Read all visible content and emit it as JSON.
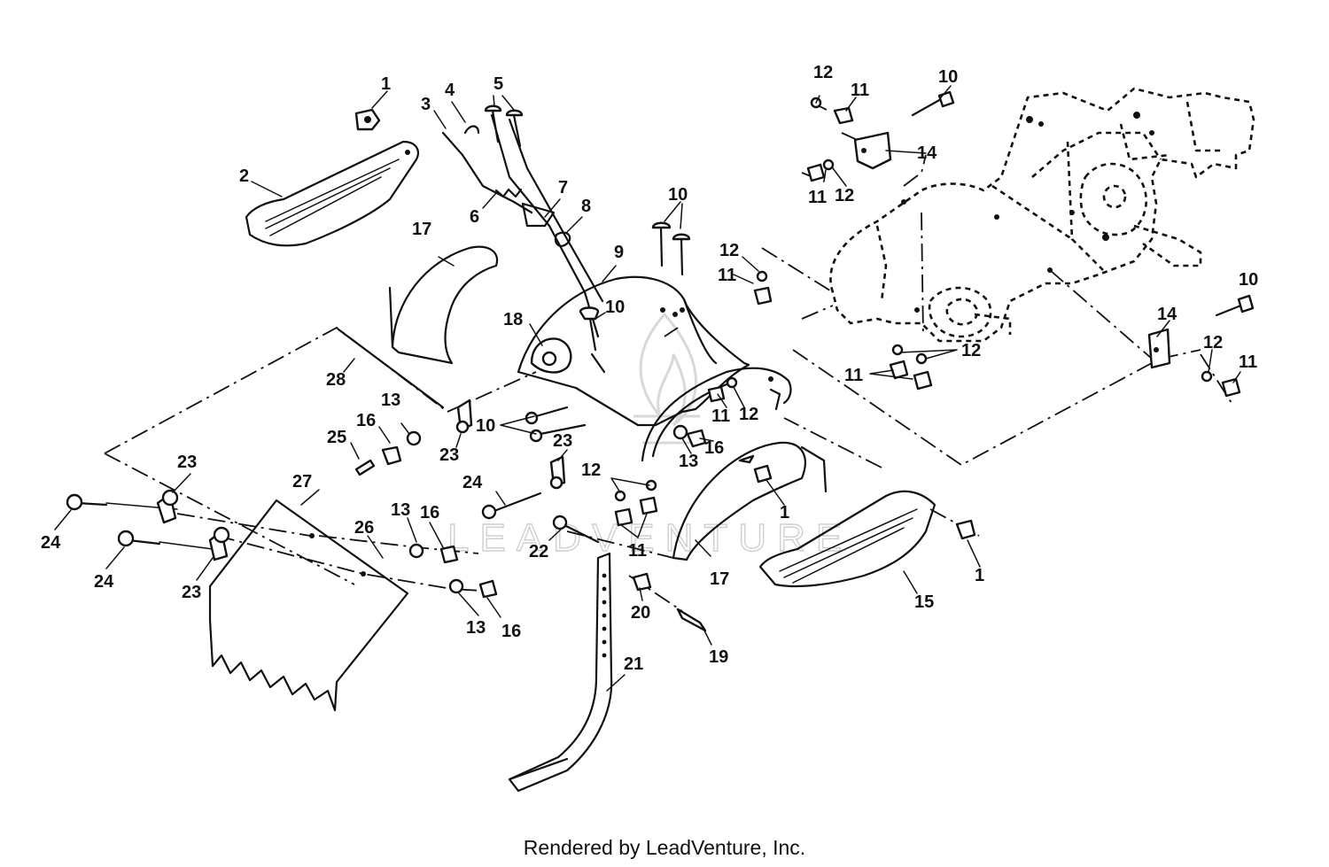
{
  "diagram": {
    "watermark": "LEADVENTURE",
    "footer": "Rendered by LeadVenture, Inc.",
    "callouts": [
      {
        "id": "c1a",
        "text": "1"
      },
      {
        "id": "c2",
        "text": "2"
      },
      {
        "id": "c3",
        "text": "3"
      },
      {
        "id": "c4",
        "text": "4"
      },
      {
        "id": "c5",
        "text": "5"
      },
      {
        "id": "c6",
        "text": "6"
      },
      {
        "id": "c7",
        "text": "7"
      },
      {
        "id": "c8",
        "text": "8"
      },
      {
        "id": "c9",
        "text": "9"
      },
      {
        "id": "c10a",
        "text": "10"
      },
      {
        "id": "c10b",
        "text": "10"
      },
      {
        "id": "c10c",
        "text": "10"
      },
      {
        "id": "c10d",
        "text": "10"
      },
      {
        "id": "c10e",
        "text": "10"
      },
      {
        "id": "c12a",
        "text": "12"
      },
      {
        "id": "c11a",
        "text": "11"
      },
      {
        "id": "c14a",
        "text": "14"
      },
      {
        "id": "c11b",
        "text": "11"
      },
      {
        "id": "c12b",
        "text": "12"
      },
      {
        "id": "c17a",
        "text": "17"
      },
      {
        "id": "c12c",
        "text": "12"
      },
      {
        "id": "c11c",
        "text": "11"
      },
      {
        "id": "c18",
        "text": "18"
      },
      {
        "id": "c28",
        "text": "28"
      },
      {
        "id": "c14b",
        "text": "14"
      },
      {
        "id": "c12d",
        "text": "12"
      },
      {
        "id": "c11d",
        "text": "11"
      },
      {
        "id": "c12e",
        "text": "12"
      },
      {
        "id": "c11e",
        "text": "11"
      },
      {
        "id": "c13a",
        "text": "13"
      },
      {
        "id": "c16a",
        "text": "16"
      },
      {
        "id": "c25",
        "text": "25"
      },
      {
        "id": "c23a",
        "text": "23"
      },
      {
        "id": "c23b",
        "text": "23"
      },
      {
        "id": "c11f",
        "text": "11"
      },
      {
        "id": "c12f",
        "text": "12"
      },
      {
        "id": "c13b",
        "text": "13"
      },
      {
        "id": "c16b",
        "text": "16"
      },
      {
        "id": "c23c",
        "text": "23"
      },
      {
        "id": "c27",
        "text": "27"
      },
      {
        "id": "c24a",
        "text": "24"
      },
      {
        "id": "c12g",
        "text": "12"
      },
      {
        "id": "c1b",
        "text": "1"
      },
      {
        "id": "c24b",
        "text": "24"
      },
      {
        "id": "c13c",
        "text": "13"
      },
      {
        "id": "c16c",
        "text": "16"
      },
      {
        "id": "c26",
        "text": "26"
      },
      {
        "id": "c22",
        "text": "22"
      },
      {
        "id": "c11g",
        "text": "11"
      },
      {
        "id": "c17b",
        "text": "17"
      },
      {
        "id": "c1c",
        "text": "1"
      },
      {
        "id": "c15",
        "text": "15"
      },
      {
        "id": "c24c",
        "text": "24"
      },
      {
        "id": "c23d",
        "text": "23"
      },
      {
        "id": "c20",
        "text": "20"
      },
      {
        "id": "c13d",
        "text": "13"
      },
      {
        "id": "c16d",
        "text": "16"
      },
      {
        "id": "c19",
        "text": "19"
      },
      {
        "id": "c21",
        "text": "21"
      }
    ]
  }
}
